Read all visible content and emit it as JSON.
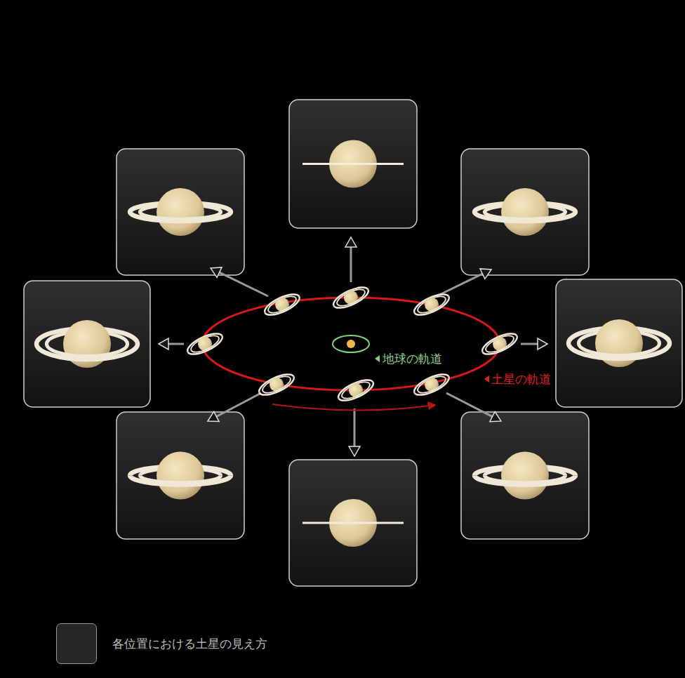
{
  "diagram": {
    "labels": [
      "地球の軌道",
      "土星の軌道"
    ],
    "legend": [
      {
        "text": "各位置における土星の見え方",
        "color": "#262626"
      }
    ]
  }
}
